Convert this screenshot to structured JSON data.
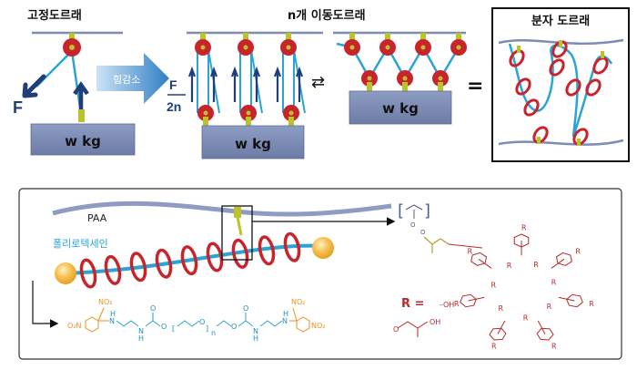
{
  "top": {
    "fixed_pulley_title": "고정도르래",
    "movable_pulleys_title": "n개 이동도르래",
    "molecular_pulley_title": "분자 도르래",
    "weight_label": "w kg",
    "force_label": "F",
    "force_reduced_num": "F",
    "force_reduced_den": "2n",
    "force_reduction_label": "힘감소",
    "equilibrium_symbol": "⇄",
    "equals_symbol": "="
  },
  "bottom": {
    "paa_label": "PAA",
    "polyrotaxane_label": "폴리로텍세인",
    "n_subscript": "n",
    "r_equals": "R =",
    "r_option_oh": "–OH",
    "r_option_hydroxypropyl_oh": "OH",
    "ring_substituent_label": "R",
    "end_group_no2": "NO₂",
    "end_group_o2n": "O₂N",
    "amine_label": "H",
    "amine_n": "N",
    "oxygen_label": "O"
  },
  "colors": {
    "ring_red": "#c8242c",
    "axle_cyan": "#2aa3d6",
    "anchor_yellow": "#b8c42a",
    "weight_block": "#7f8fb6",
    "arrow_navy": "#1f3f7a",
    "stopper_orange": "#f2b23e",
    "chem_red": "#b72a2a",
    "chem_orange": "#e8921e"
  }
}
